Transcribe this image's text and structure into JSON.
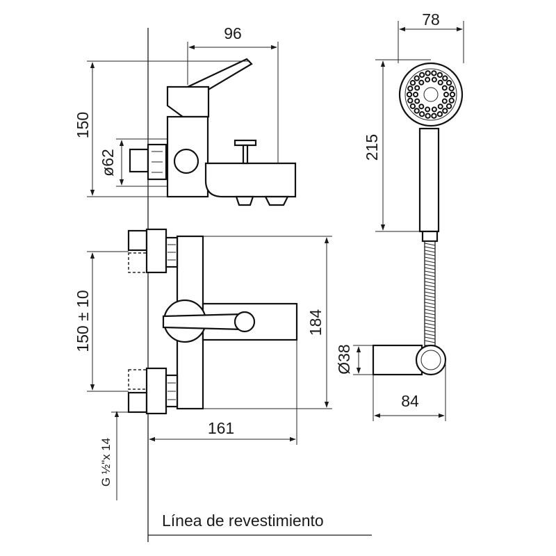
{
  "dimensions": {
    "top_view_width": "96",
    "top_view_height": "150",
    "connector_diameter": "ø62",
    "handshower_width": "78",
    "handshower_length": "215",
    "center_distance": "150 ± 10",
    "body_height": "184",
    "body_projection": "161",
    "holder_diameter": "Ø38",
    "holder_projection": "84",
    "thread_spec": "G ½\"x 14"
  },
  "caption": "Línea de revestimiento",
  "colors": {
    "line": "#1a1a1a",
    "background": "#ffffff"
  }
}
